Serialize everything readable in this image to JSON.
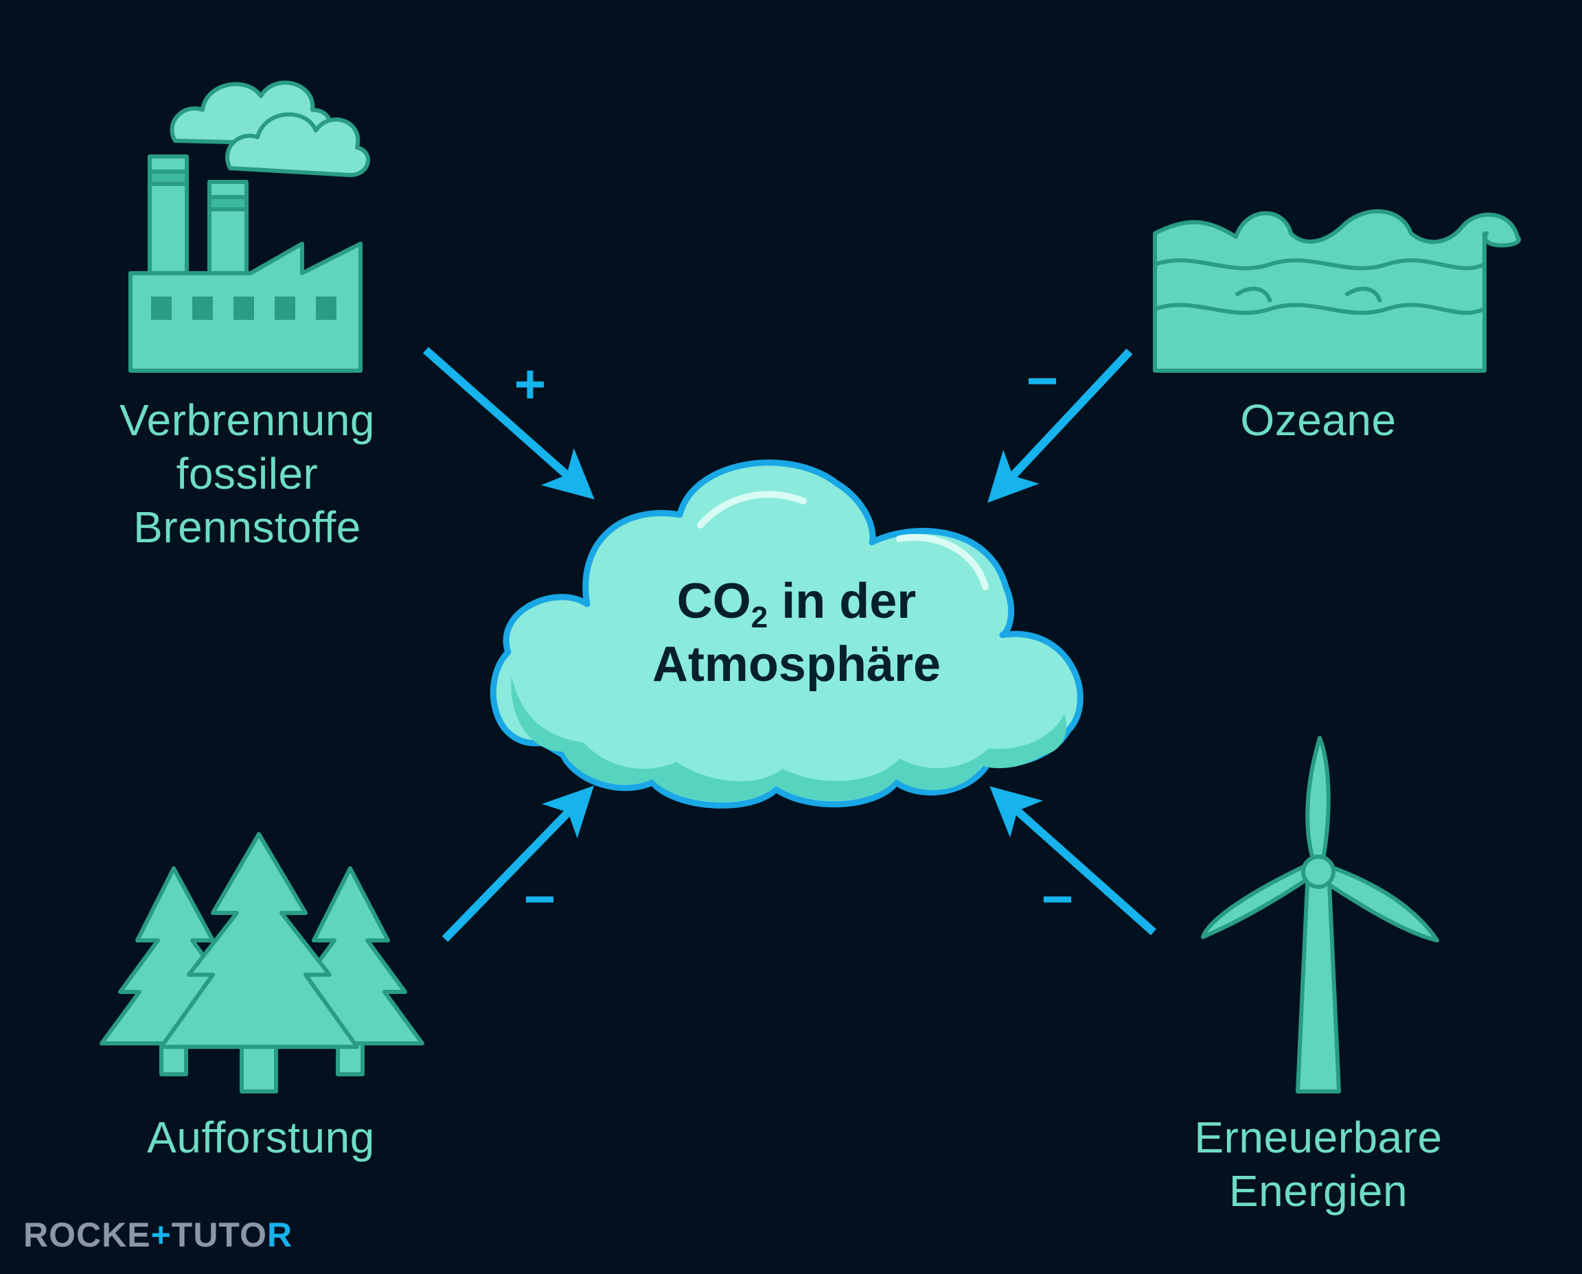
{
  "nodes": {
    "center": {
      "line1_main": "CO",
      "line1_sub": "2",
      "line1_rest": " in der",
      "line2": "Atmosphäre"
    },
    "fossil": {
      "line1": "Verbrennung",
      "line2": "fossiler",
      "line3": "Brennstoffe",
      "sign": "+",
      "icon": "factory-icon"
    },
    "ocean": {
      "line1": "Ozeane",
      "sign": "−",
      "icon": "waves-icon"
    },
    "forest": {
      "line1": "Aufforstung",
      "sign": "−",
      "icon": "trees-icon"
    },
    "renewable": {
      "line1": "Erneuerbare",
      "line2": "Energien",
      "sign": "−",
      "icon": "wind-turbine-icon"
    }
  },
  "logo": {
    "part1": "ROCKE",
    "plus": "+",
    "part2": "TUTO",
    "part3": "R"
  },
  "colors": {
    "background": "#03111e",
    "icon_fill": "#5fd6bb",
    "icon_outline": "#2a9c86",
    "arrow": "#16b3ec",
    "label": "#6fdcc4",
    "cloud_fill": "#8aeadb",
    "cloud_outline": "#1aa7e6"
  }
}
